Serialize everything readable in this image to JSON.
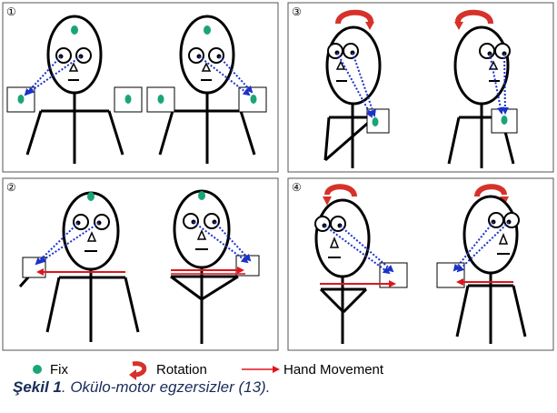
{
  "panels": [
    {
      "number": "①"
    },
    {
      "number": "②"
    },
    {
      "number": "③"
    },
    {
      "number": "④"
    }
  ],
  "legend": {
    "fix_label": "Fix",
    "rotation_label": "Rotation",
    "hand_movement_label": "Hand Movement"
  },
  "caption": {
    "bold": "Şekil 1",
    "text": ". Okülo-motor egzersizler (13)."
  },
  "colors": {
    "fix": "#1aa579",
    "rotation": "#d6322a",
    "gaze": "#1b32c8",
    "hand_movement": "#e0141c"
  }
}
